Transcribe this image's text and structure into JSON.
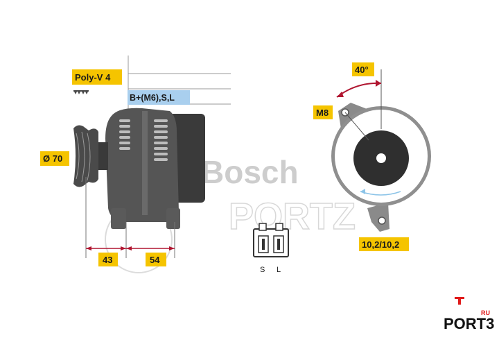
{
  "labels": {
    "belt": "Poly-V 4",
    "terminal": "B+(M6),S,L",
    "diameter": "Ø 70",
    "dim_left": "43",
    "dim_right": "54",
    "angle": "40°",
    "bolt": "M8",
    "mount": "10,2/10,2",
    "pin_s": "S",
    "pin_l": "L"
  },
  "watermark": {
    "brand": "Bosch",
    "copyright": "©",
    "sub": "PORTZ",
    "ru": "RU"
  },
  "logo": {
    "text": "PORT3",
    "ru": "RU"
  },
  "colors": {
    "label_bg": "#f5c400",
    "terminal_bg": "#a9cfee",
    "drawing": "#3a3a3a",
    "dim_line": "#b01530",
    "logo_red": "#e01b1b"
  }
}
